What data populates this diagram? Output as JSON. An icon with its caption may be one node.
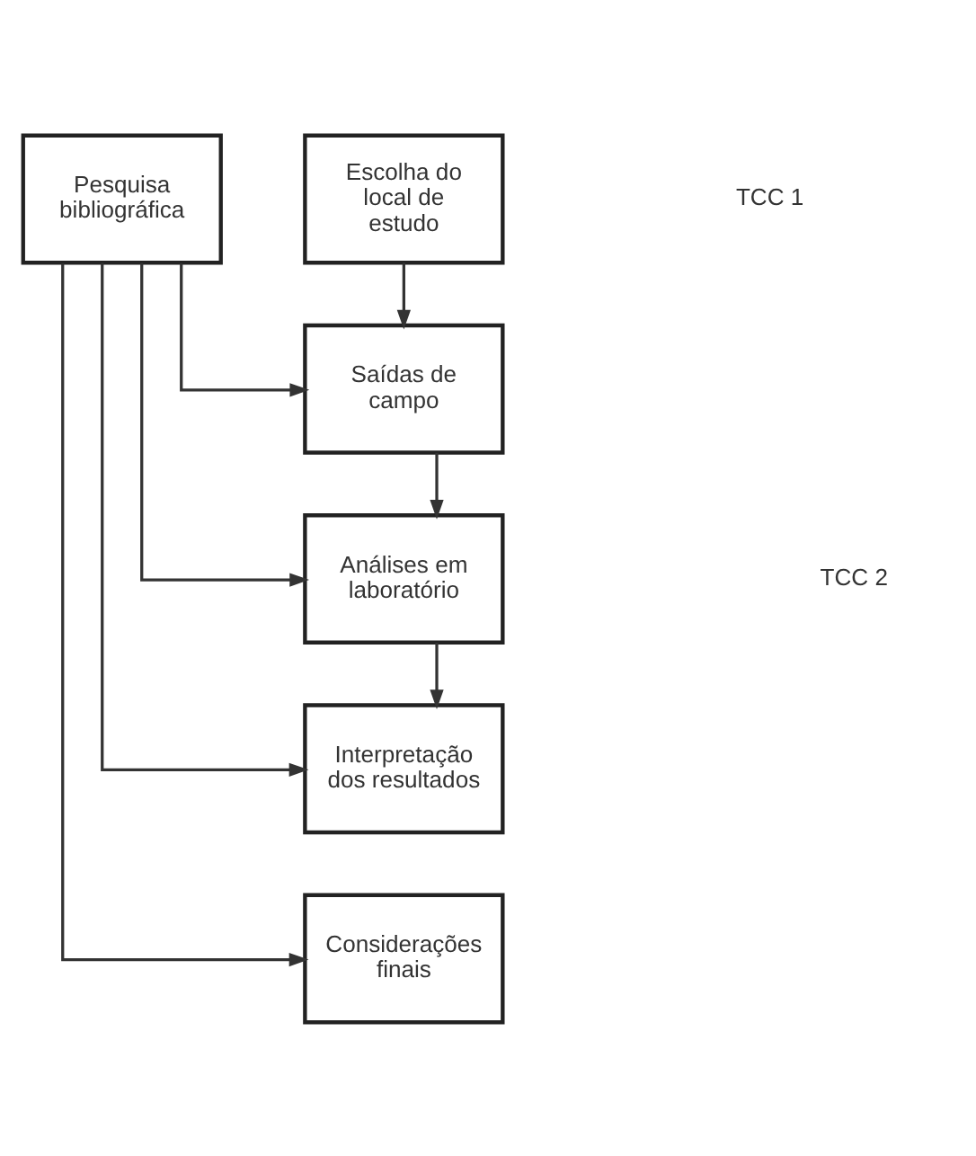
{
  "diagram": {
    "nodes": [
      {
        "text": [
          "Pesquisa bibliográfica"
        ]
      },
      {
        "text": [
          "Escolha do local de estudo"
        ]
      },
      {
        "text": [
          "Saídas de campo"
        ]
      },
      {
        "text": [
          "Análises em laboratório"
        ]
      },
      {
        "text": [
          "Interpretação dos resultados"
        ]
      },
      {
        "text": [
          "Considerações finais"
        ]
      }
    ],
    "edges": [
      {
        "from": 1,
        "to": 2,
        "arrow": "to"
      },
      {
        "from": 0,
        "to": 2,
        "arrow": "to"
      },
      {
        "from": 2,
        "to": 3,
        "arrow": "to"
      },
      {
        "from": 0,
        "to": 3,
        "arrow": "to"
      },
      {
        "from": 3,
        "to": 4,
        "arrow": "to"
      },
      {
        "from": 0,
        "to": 4,
        "arrow": "to"
      },
      {
        "from": 0,
        "to": 5,
        "arrow": "to"
      }
    ],
    "labels": [
      "TCC 1",
      "TCC 2"
    ]
  }
}
